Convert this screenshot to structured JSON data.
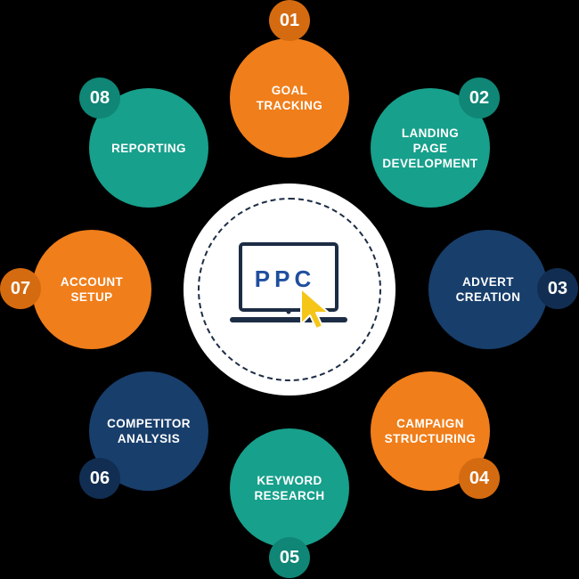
{
  "center": {
    "label": "PPC",
    "icon": "laptop-icon",
    "cursor_icon": "cursor-arrow-icon"
  },
  "steps": [
    {
      "number": "01",
      "label": "GOAL\nTRACKING",
      "color": "#f07e1a"
    },
    {
      "number": "02",
      "label": "LANDING\nPAGE\nDEVELOPMENT",
      "color": "#17a08c"
    },
    {
      "number": "03",
      "label": "ADVERT\nCREATION",
      "color": "#183e6b"
    },
    {
      "number": "04",
      "label": "CAMPAIGN\nSTRUCTURING",
      "color": "#f07e1a"
    },
    {
      "number": "05",
      "label": "KEYWORD\nRESEARCH",
      "color": "#17a08c"
    },
    {
      "number": "06",
      "label": "COMPETITOR\nANALYSIS",
      "color": "#183e6b"
    },
    {
      "number": "07",
      "label": "ACCOUNT\nSETUP",
      "color": "#f07e1a"
    },
    {
      "number": "08",
      "label": "REPORTING",
      "color": "#17a08c"
    }
  ],
  "colors": {
    "orange": "#f07e1a",
    "teal": "#17a08c",
    "navy": "#183e6b",
    "cursor_yellow": "#f5c518",
    "ppc_text_blue": "#1f4f9e"
  }
}
